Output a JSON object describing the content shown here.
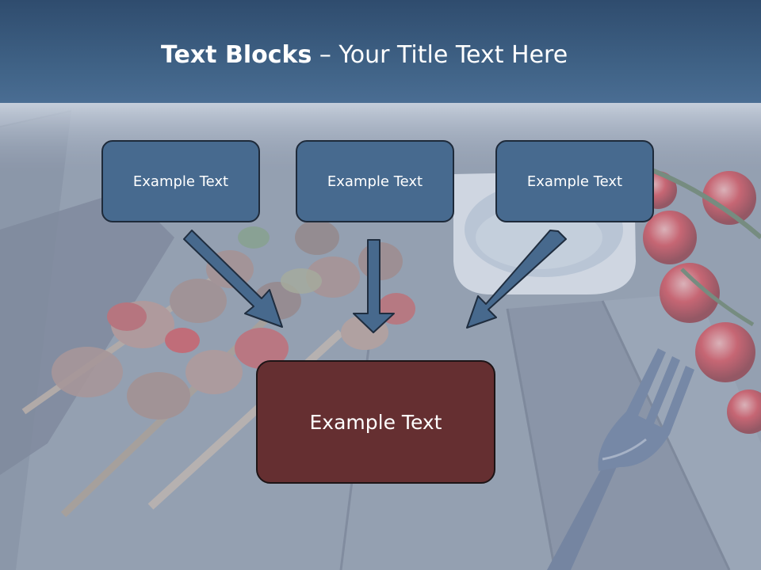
{
  "title": {
    "bold_part": "Text Blocks",
    "dash": "–",
    "rest": "Your Title Text Here"
  },
  "boxes": {
    "top": [
      "Example Text",
      "Example Text",
      "Example Text"
    ],
    "result": "Example Text"
  },
  "colors": {
    "header_band": "#3c5e82",
    "box_blue": "#476a8f",
    "box_red": "#652f31",
    "arrow": "#47698d",
    "arrow_outline": "#1f2d3f"
  }
}
